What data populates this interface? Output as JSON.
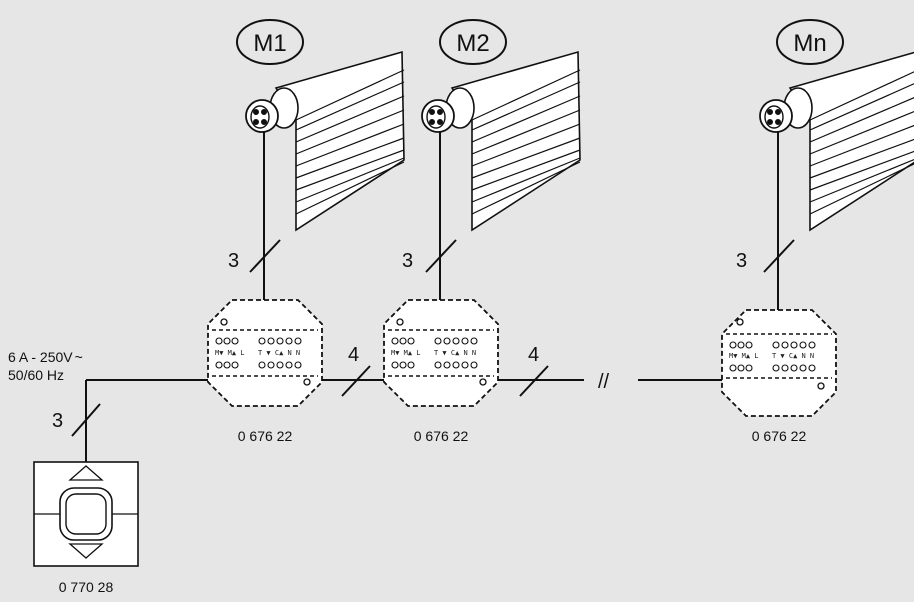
{
  "motors": [
    {
      "label": "M1"
    },
    {
      "label": "M2"
    },
    {
      "label": "Mn"
    }
  ],
  "wire_counts": {
    "motor_1": "3",
    "motor_2": "3",
    "motor_n": "3",
    "bus_1": "4",
    "bus_2": "4",
    "supply": "3"
  },
  "break_mark": "//",
  "modules": [
    {
      "ref": "0 676 22"
    },
    {
      "ref": "0 676 22"
    },
    {
      "ref": "0 676 22"
    }
  ],
  "switch": {
    "ref": "0 770 28"
  },
  "supply": {
    "rating": "6 A - 250V",
    "ac_symbol": "~",
    "frequency": "50/60 Hz"
  },
  "terminal_labels": {
    "left": "M▼ M▲ L",
    "right": "T ▼ C▲ N N"
  },
  "colors": {
    "background": "#e6e6e6",
    "line": "#111111",
    "fill": "#ffffff"
  }
}
